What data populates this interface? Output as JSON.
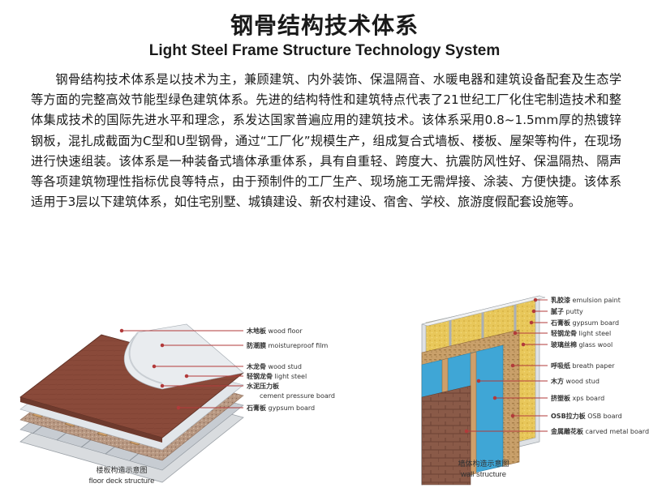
{
  "header": {
    "title_cn": "钢骨结构技术体系",
    "title_en": "Light Steel Frame Structure Technology System"
  },
  "body": {
    "paragraph": "钢骨结构技术体系是以技术为主，兼顾建筑、内外装饰、保温隔音、水暖电器和建筑设备配套及生态学等方面的完整高效节能型绿色建筑体系。先进的结构特性和建筑特点代表了21世纪工厂化住宅制造技术和整体集成技术的国际先进水平和理念，系发达国家普遍应用的建筑技术。该体系采用0.8~1.5mm厚的热镀锌钢板，混扎成截面为C型和U型钢骨，通过“工厂化”规模生产，组成复合式墙板、楼板、屋架等构件，在现场进行快速组装。该体系是一种装备式墙体承重体系，具有自重轻、跨度大、抗震防风性好、保温隔热、隔声等各项建筑物理性指标优良等特点，由于预制件的工厂生产、现场施工无需焊接、涂装、方便快捷。该体系适用于3层以下建筑体系，如住宅别墅、城镇建设、新农村建设、宿舍、学校、旅游度假配套设施等。"
  },
  "floor_diagram": {
    "labels": [
      {
        "cn": "木地板",
        "en": "wood floor"
      },
      {
        "cn": "防潮膜",
        "en": "moistureproof film"
      },
      {
        "cn": "木龙骨",
        "en": "wood stud"
      },
      {
        "cn": "轻钢龙骨",
        "en": "light steel"
      },
      {
        "cn": "水泥压力板",
        "en": "cement pressure board"
      },
      {
        "cn": "石膏板",
        "en": "gypsum board"
      }
    ],
    "caption_cn": "楼板构造示意图",
    "caption_en": "floor deck structure"
  },
  "wall_diagram": {
    "labels": [
      {
        "cn": "乳胶漆",
        "en": "emulsion paint"
      },
      {
        "cn": "腻子",
        "en": "putty"
      },
      {
        "cn": "石膏板",
        "en": "gypsum board"
      },
      {
        "cn": "轻钢龙骨",
        "en": "light steel"
      },
      {
        "cn": "玻璃丝棉",
        "en": "glass wool"
      },
      {
        "cn": "呼吸纸",
        "en": "breath paper"
      },
      {
        "cn": "木方",
        "en": "wood stud"
      },
      {
        "cn": "挤塑板",
        "en": "xps board"
      },
      {
        "cn": "OSB拉力板",
        "en": "OSB board"
      },
      {
        "cn": "金属雕花板",
        "en": "carved metal board"
      }
    ],
    "caption_cn": "墙体构造示意图",
    "caption_en": "wall structure"
  },
  "colors": {
    "wood_floor": "#8a4a3a",
    "gypsum": "#d9dcdf",
    "glass_wool": "#e8c75a",
    "xps_blue": "#3fa6d6",
    "carved_metal": "#8a5a48",
    "label_line": "#b23a3a"
  }
}
